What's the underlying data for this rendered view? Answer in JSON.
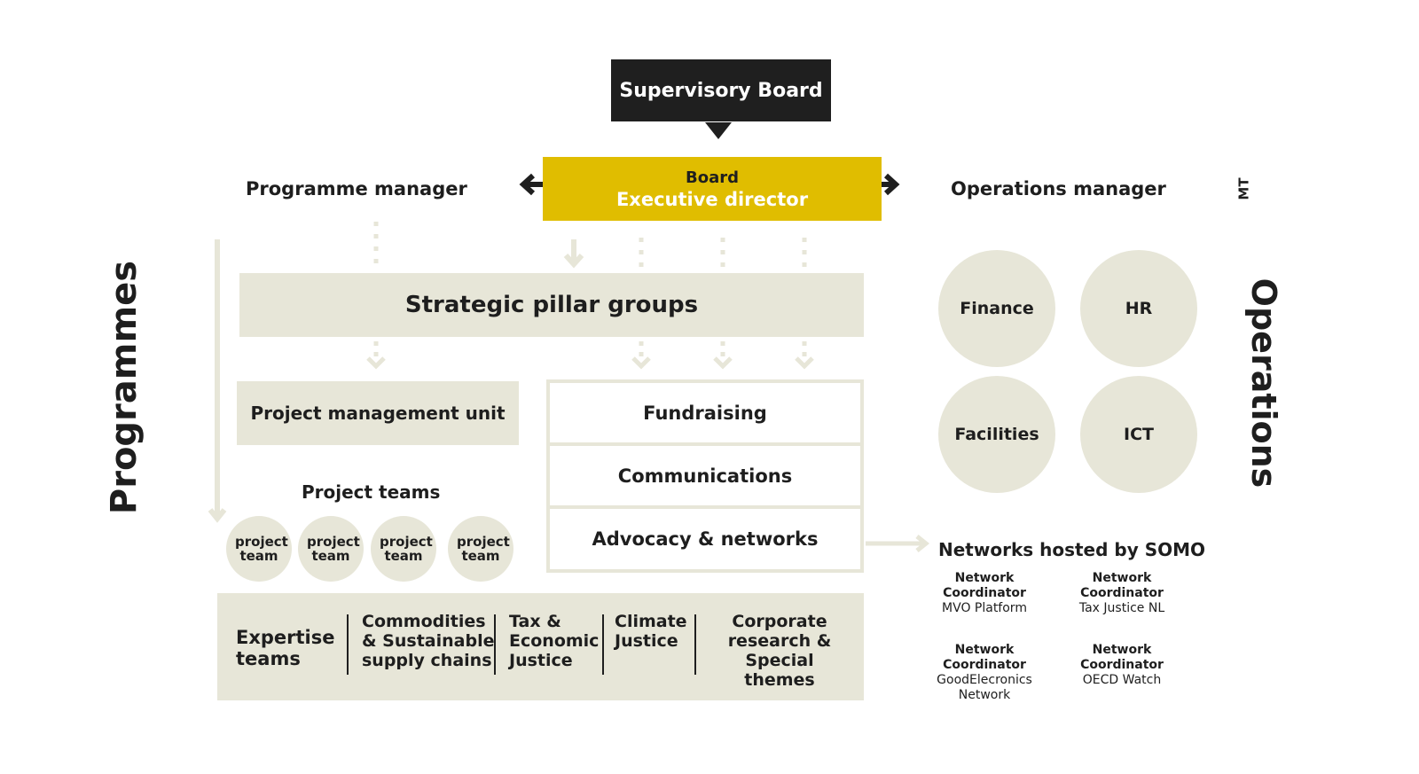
{
  "supervisory_board": "Supervisory Board",
  "board": {
    "line1": "Board",
    "line2": "Executive director"
  },
  "programme_manager": "Programme manager",
  "operations_manager": "Operations manager",
  "mt_label": "MT",
  "programmes_label": "Programmes",
  "operations_label": "Operations",
  "strategic_pillar_groups": "Strategic pillar groups",
  "project_management_unit": "Project management unit",
  "project_teams_heading": "Project teams",
  "project_teams": [
    {
      "label": "project team"
    },
    {
      "label": "project team"
    },
    {
      "label": "project team"
    },
    {
      "label": "project team"
    }
  ],
  "support_units": [
    "Fundraising",
    "Communications",
    "Advocacy & networks"
  ],
  "operations_units": [
    "Finance",
    "HR",
    "Facilities",
    "ICT"
  ],
  "expertise_teams": {
    "heading": "Expertise teams",
    "teams": [
      "Commodities & Sustainable supply chains",
      "Tax & Economic Justice",
      "Climate Justice",
      "Corporate research & Special themes"
    ]
  },
  "networks": {
    "heading": "Networks hosted by SOMO",
    "items": [
      {
        "title": "Network Coordinator",
        "name": "MVO Platform"
      },
      {
        "title": "Network Coordinator",
        "name": "Tax Justice NL"
      },
      {
        "title": "Network Coordinator",
        "name": "GoodElecronics Network"
      },
      {
        "title": "Network Coordinator",
        "name": "OECD Watch"
      }
    ]
  },
  "colors": {
    "beige": "#e7e6d8",
    "yellow": "#e0bd00",
    "dark": "#1f1f1f"
  }
}
